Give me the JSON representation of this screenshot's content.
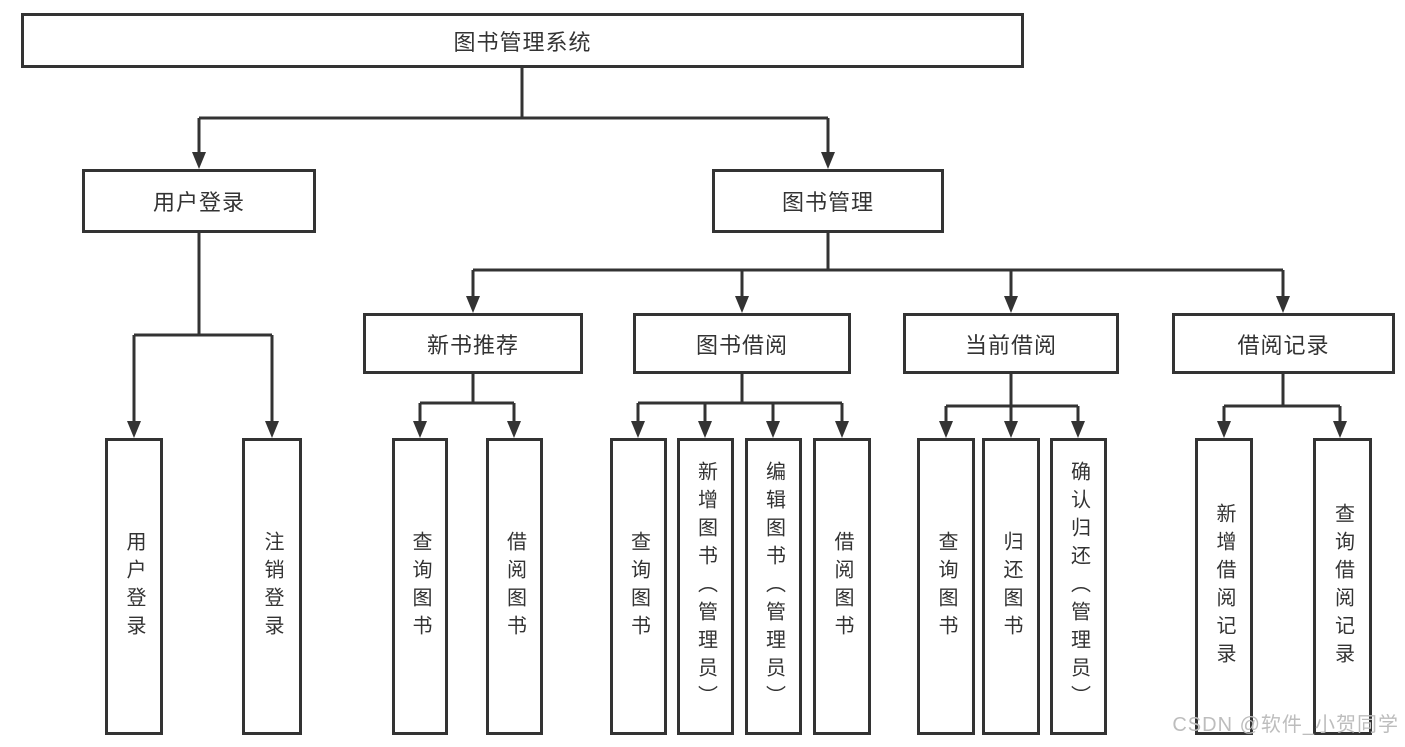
{
  "diagram": {
    "root": {
      "label": "图书管理系统"
    },
    "branches": [
      {
        "label": "用户登录",
        "children": [
          {
            "label": "用户登录"
          },
          {
            "label": "注销登录"
          }
        ]
      },
      {
        "label": "图书管理",
        "children": [
          {
            "label": "新书推荐",
            "children": [
              {
                "label": "查询图书"
              },
              {
                "label": "借阅图书"
              }
            ]
          },
          {
            "label": "图书借阅",
            "children": [
              {
                "label": "查询图书"
              },
              {
                "label": "新增图书（管理员）"
              },
              {
                "label": "编辑图书（管理员）"
              },
              {
                "label": "借阅图书"
              }
            ]
          },
          {
            "label": "当前借阅",
            "children": [
              {
                "label": "查询图书"
              },
              {
                "label": "归还图书"
              },
              {
                "label": "确认归还（管理员）"
              }
            ]
          },
          {
            "label": "借阅记录",
            "children": [
              {
                "label": "新增借阅记录"
              },
              {
                "label": "查询借阅记录"
              }
            ]
          }
        ]
      }
    ]
  },
  "watermark": "CSDN @软件_小贺同学",
  "colors": {
    "line": "#333333",
    "text": "#333333",
    "background": "#ffffff",
    "watermark": "#bdbdbd"
  }
}
